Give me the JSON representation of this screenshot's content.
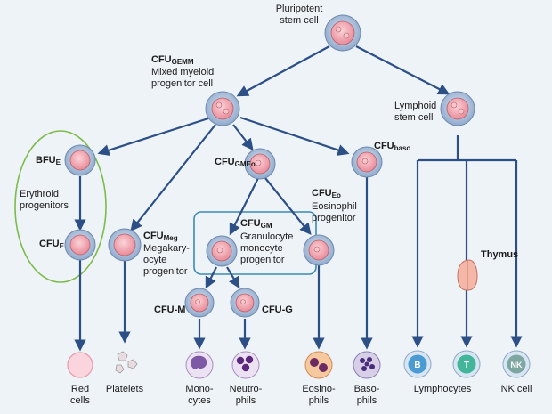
{
  "colors": {
    "background": "#eef3f8",
    "arrow": "#2c4f86",
    "cell_outer": "#9fb7d6",
    "cell_inner": "#f1a9b2",
    "erythroid_circle": "#7dbb4a",
    "granulocyte_box": "#3a8ab5"
  },
  "labels": {
    "pluripotent": [
      "Pluripotent",
      "stem cell"
    ],
    "cfu_gemm": {
      "main": "CFU",
      "sub": "GEMM"
    },
    "mixed_myeloid": [
      "Mixed myeloid",
      "progenitor cell"
    ],
    "lymphoid": [
      "Lymphoid",
      "stem cell"
    ],
    "bfu_e": {
      "main": "BFU",
      "sub": "E"
    },
    "erythroid": [
      "Erythroid",
      "progenitors"
    ],
    "cfu_e": {
      "main": "CFU",
      "sub": "E"
    },
    "cfu_gmeo": {
      "main": "CFU",
      "sub": "GMEo"
    },
    "cfu_baso": {
      "main": "CFU",
      "sub": "baso"
    },
    "cfu_eo": {
      "main": "CFU",
      "sub": "Eo"
    },
    "eosinophil_progenitor": [
      "Eosinophil",
      "progenitor"
    ],
    "cfu_meg": {
      "main": "CFU",
      "sub": "Meg"
    },
    "megakaryocyte": [
      "Megakary-",
      "ocyte",
      "progenitor"
    ],
    "cfu_gm": {
      "main": "CFU",
      "sub": "GM"
    },
    "granulocyte_monocyte": [
      "Granulocyte",
      "monocyte",
      "progenitor"
    ],
    "cfu_m": "CFU-M",
    "cfu_g": "CFU-G",
    "thymus": "Thymus",
    "red_cells": [
      "Red",
      "cells"
    ],
    "platelets": "Platelets",
    "monocytes": [
      "Mono-",
      "cytes"
    ],
    "neutrophils": [
      "Neutro-",
      "phils"
    ],
    "eosinophils": [
      "Eosino-",
      "phils"
    ],
    "basophils": [
      "Baso-",
      "phils"
    ],
    "lymphocytes": "Lymphocytes",
    "nk_cell": "NK cell",
    "cell_b": "B",
    "cell_t": "T",
    "cell_nk": "NK"
  }
}
